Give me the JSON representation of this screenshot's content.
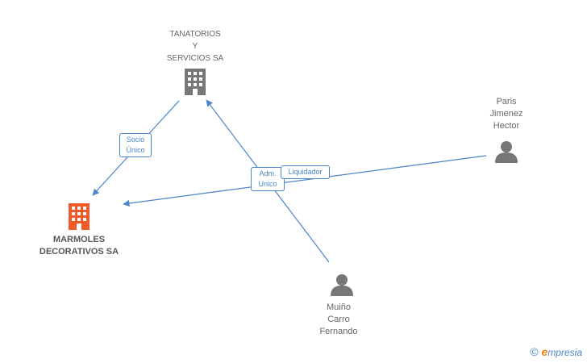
{
  "nodes": {
    "tanatorios": {
      "label": "TANATORIOS\nY\nSERVICIOS SA",
      "icon": "building-icon",
      "color": "#777777"
    },
    "marmoles": {
      "label": "MARMOLES\nDECORATIVOS SA",
      "icon": "building-icon",
      "color": "#f05a28"
    },
    "paris": {
      "label": "Paris\nJimenez\nHector",
      "icon": "person-icon",
      "color": "#777777"
    },
    "muino": {
      "label": "Muiño\nCarro\nFernando",
      "icon": "person-icon",
      "color": "#777777"
    }
  },
  "edges": {
    "socio_unico": {
      "label": "Socio\nÚnico",
      "from": "tanatorios",
      "to": "marmoles"
    },
    "adm_unico": {
      "label": "Adm.\nUnico",
      "from": "muino",
      "to": "tanatorios"
    },
    "liquidador": {
      "label": "Liquidador",
      "from": "paris",
      "to": "marmoles"
    }
  },
  "colors": {
    "edge": "#4a86c8",
    "company_main": "#f05a28",
    "node_gray": "#777777"
  },
  "watermark": {
    "copyright": "©",
    "brand_first": "e",
    "brand_rest": "mpresia"
  }
}
